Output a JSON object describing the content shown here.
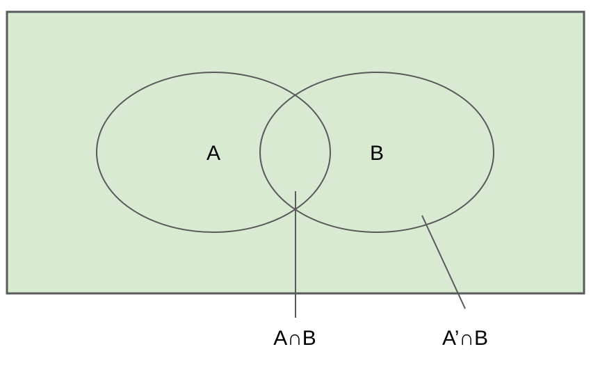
{
  "sets": {
    "a_label": "A",
    "b_label": "B"
  },
  "regions": {
    "intersection_label": "A∩B",
    "b_only_label": "A’∩B"
  },
  "colors": {
    "universe_fill": "#d9ead3",
    "outline": "#595959",
    "text": "#000000"
  }
}
